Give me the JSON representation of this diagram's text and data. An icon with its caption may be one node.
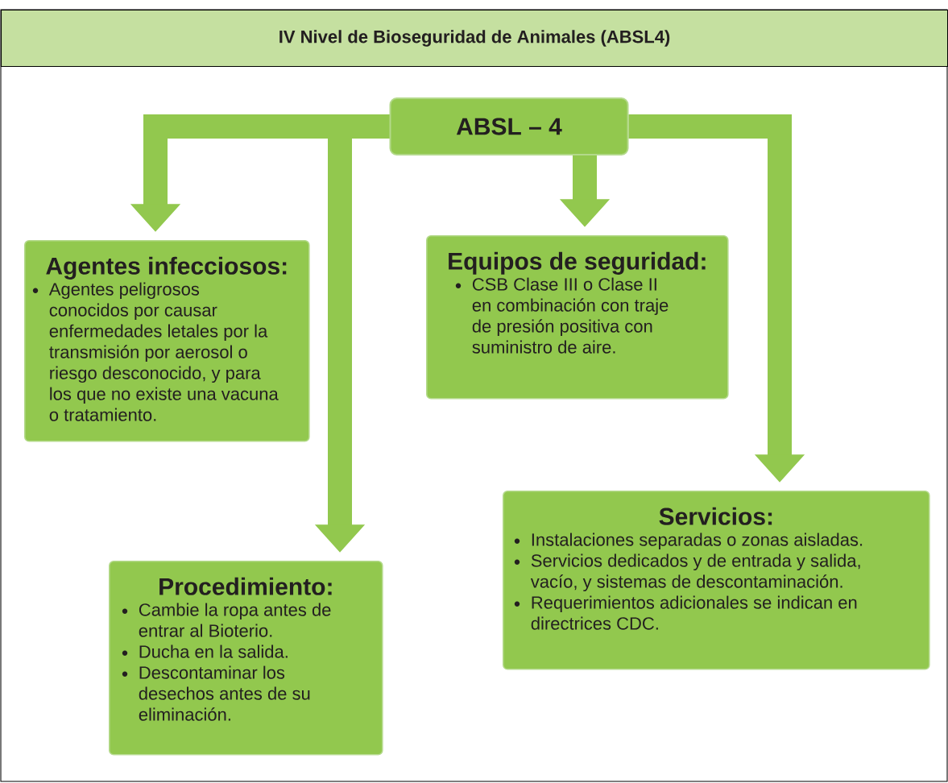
{
  "diagram": {
    "title": "IV Nivel de Bioseguridad de Animales (ABSL4)",
    "nodes": [
      {
        "text": [
          "ABSL – 4"
        ]
      },
      {
        "text": [
          "Agentes infecciosos:",
          "Agentes peligrosos conocidos por causar enfermedades letales por la transmisión por aerosol o riesgo desconocido, y para los que no existe una vacuna o tratamiento."
        ]
      },
      {
        "text": [
          "Equipos de seguridad:",
          "CSB Clase III o Clase II en combinación con traje de presión positiva con suministro de aire."
        ]
      },
      {
        "text": [
          "Procedimiento:",
          "Cambie la ropa antes de entrar al Bioterio.",
          "Ducha en la salida.",
          "Descontaminar los desechos antes de su eliminación."
        ]
      },
      {
        "text": [
          "Servicios:",
          "Instalaciones separadas o zonas aisladas.",
          "Servicios dedicados y de entrada y salida, vacío, y sistemas de descontaminación.",
          "Requerimientos adicionales se indican en directrices CDC."
        ]
      }
    ],
    "edges": [
      {
        "from": 0,
        "to": 1,
        "arrow": "to"
      },
      {
        "from": 0,
        "to": 2,
        "arrow": "to"
      },
      {
        "from": 0,
        "to": 3,
        "arrow": "to"
      },
      {
        "from": 0,
        "to": 4,
        "arrow": "to"
      }
    ]
  }
}
